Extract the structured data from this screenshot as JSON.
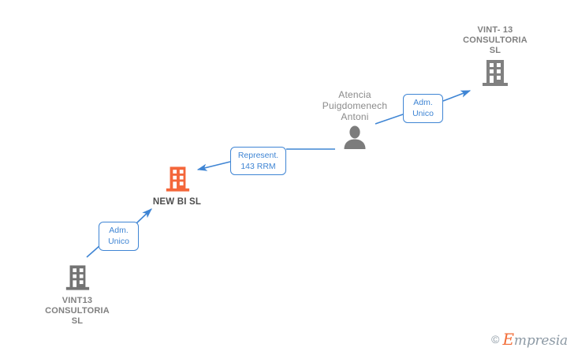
{
  "diagram": {
    "title": "Corporate relationship diagram",
    "colors": {
      "edge": "#3f85d4",
      "label_border": "#3f85d4",
      "label_text": "#3f85d4",
      "node_gray": "#808080",
      "node_highlight": "#f4663a",
      "center_label": "#4d4d4d",
      "watermark_gray": "#8d9aa5",
      "watermark_orange": "#f26b35"
    },
    "nodes": [
      {
        "id": "vint-13-top",
        "label": "VINT- 13\nCONSULTORIA\nSL",
        "icon": "building-icon",
        "color": "#808080",
        "label_position": "above"
      },
      {
        "id": "person-atencia",
        "label": "Atencia\nPuigdomenech\nAntoni",
        "icon": "person-icon",
        "color": "#808080",
        "label_position": "above"
      },
      {
        "id": "new-bi-sl",
        "label": "NEW BI  SL",
        "icon": "building-icon",
        "color": "#f4663a",
        "label_position": "below"
      },
      {
        "id": "vint13-bottom",
        "label": "VINT13\nCONSULTORIA\nSL",
        "icon": "building-icon",
        "color": "#808080",
        "label_position": "below"
      }
    ],
    "edges": [
      {
        "id": "edge-person-to-vint13-top",
        "from": "person-atencia",
        "to": "vint-13-top",
        "label": "Adm.\nUnico"
      },
      {
        "id": "edge-person-to-new-bi",
        "from": "person-atencia",
        "to": "new-bi-sl",
        "label": "Represent.\n143 RRM"
      },
      {
        "id": "edge-vint13-bottom-to-new-bi",
        "from": "vint13-bottom",
        "to": "new-bi-sl",
        "label": "Adm.\nUnico"
      }
    ]
  },
  "watermark": {
    "copyright": "©",
    "brand_initial": "E",
    "brand_rest": "mpresia"
  }
}
